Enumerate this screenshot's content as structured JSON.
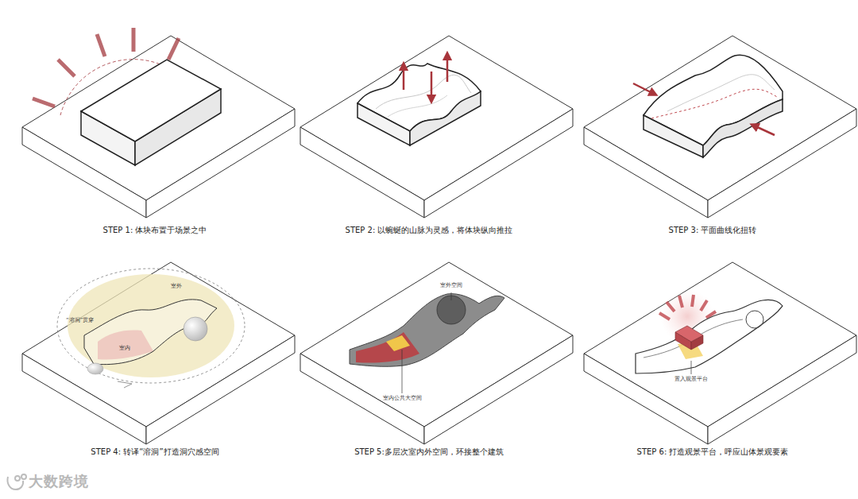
{
  "diagram": {
    "labels": [
      "STEP 1: 体块布置于场景之中",
      "STEP 2: 以蜿蜒的山脉为灵感，将体块纵向推拉",
      "STEP 3: 平面曲线化扭转",
      "STEP 4: 转译“溶洞”打造洞穴感空间",
      "STEP 5:多层次室内外空间，环接整个建筑",
      "STEP 6: 打造观景平台，呼应山体景观要素",
      "室外",
      "“溶洞”贯穿",
      "室内",
      "室外空间",
      "室内公共大空间",
      "置入观景平台",
      "大数跨境"
    ]
  }
}
